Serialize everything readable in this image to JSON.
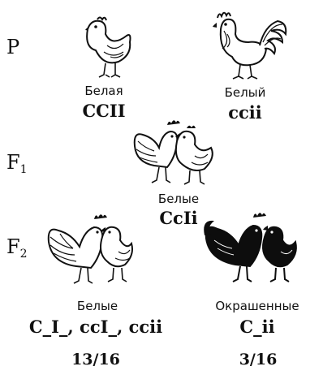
{
  "generations": {
    "p": "P",
    "f1_letter": "F",
    "f1_sub": "1",
    "f2_letter": "F",
    "f2_sub": "2"
  },
  "parents": {
    "hen": {
      "phenotype": "Белая",
      "genotype": "CCII"
    },
    "rooster": {
      "phenotype": "Белый",
      "genotype": "ccii"
    }
  },
  "f1": {
    "phenotype": "Белые",
    "genotype": "CcIi"
  },
  "f2": {
    "white": {
      "phenotype": "Белые",
      "genotype": "C_I_, ccI_, ccii",
      "ratio": "13/16"
    },
    "colored": {
      "phenotype": "Окрашенные",
      "genotype": "C_ii",
      "ratio": "3/16"
    }
  },
  "colors": {
    "ink": "#111111",
    "colored_bird": "#0d0d0d",
    "white_bird": "#ffffff"
  }
}
